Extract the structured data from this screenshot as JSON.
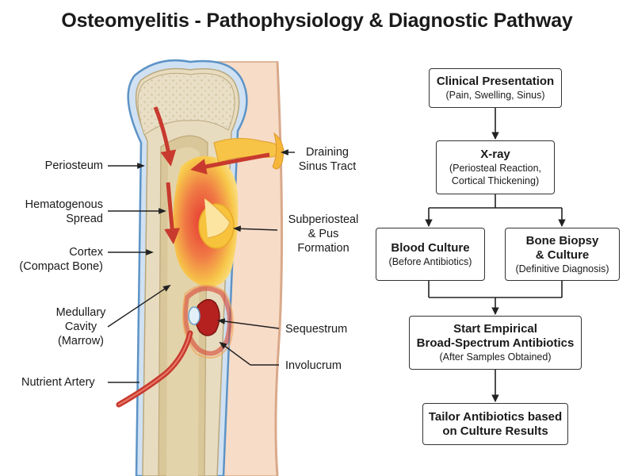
{
  "title": "Osteomyelitis - Pathophysiology & Diagnostic Pathway",
  "anatomy_labels": {
    "periosteum": "Periosteum",
    "hematogenous_line1": "Hematogenous",
    "hematogenous_line2": "Spread",
    "cortex_line1": "Cortex",
    "cortex_line2": "(Compact Bone)",
    "medullary_line1": "Medullary",
    "medullary_line2": "Cavity",
    "medullary_line3": "(Marrow)",
    "nutrient_artery": "Nutrient Artery",
    "sinus_line1": "Draining",
    "sinus_line2": "Sinus Tract",
    "subperiosteal_line1": "Subperiosteal",
    "subperiosteal_line2": "& Pus",
    "subperiosteal_line3": "Formation",
    "sequestrum": "Sequestrum",
    "involucrum": "Involucrum"
  },
  "flowchart": {
    "clinical": {
      "title": "Clinical Presentation",
      "sub": "(Pain, Swelling, Sinus)"
    },
    "xray": {
      "title": "X-ray",
      "sub1": "(Periosteal Reaction,",
      "sub2": "Cortical Thickening)"
    },
    "blood": {
      "title": "Blood Culture",
      "sub": "(Before Antibiotics)"
    },
    "biopsy": {
      "title1": "Bone Biopsy",
      "title2": "& Culture",
      "sub": "(Definitive Diagnosis)"
    },
    "empirical": {
      "title1": "Start Empirical",
      "title2": "Broad-Spectrum Antibiotics",
      "sub": "(After Samples Obtained)"
    },
    "tailor": {
      "title1": "Tailor Antibiotics based",
      "title2": "on Culture Results"
    }
  },
  "colors": {
    "bone_bg": "#ece3cf",
    "soft_tissue": "#f6dcc9",
    "periosteum": "#6a9fcf",
    "pus": "#f6c23e",
    "infection": "#e2403a",
    "artery": "#c83a2e"
  }
}
